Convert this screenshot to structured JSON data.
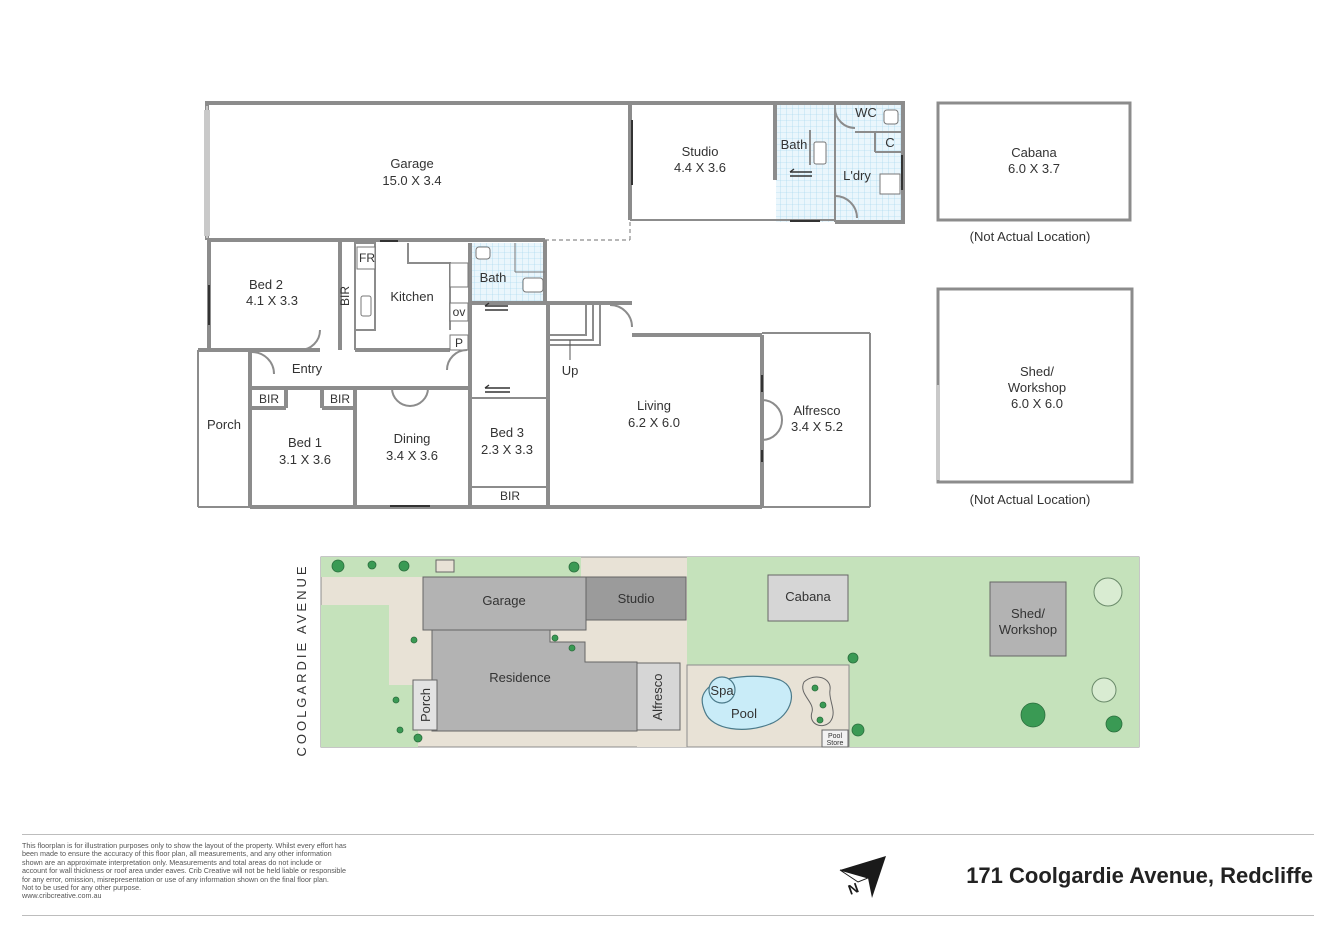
{
  "floorplan": {
    "rooms": [
      {
        "id": "garage",
        "name": "Garage",
        "dims": "15.0 X 3.4"
      },
      {
        "id": "studio",
        "name": "Studio",
        "dims": "4.4 X 3.6"
      },
      {
        "id": "bath_upper",
        "name": "Bath",
        "dims": ""
      },
      {
        "id": "wc",
        "name": "WC",
        "dims": ""
      },
      {
        "id": "c",
        "name": "C",
        "dims": ""
      },
      {
        "id": "laundry",
        "name": "L'dry",
        "dims": ""
      },
      {
        "id": "bed2",
        "name": "Bed 2",
        "dims": "4.1 X 3.3"
      },
      {
        "id": "bir_bed2",
        "name": "BIR",
        "dims": ""
      },
      {
        "id": "fr",
        "name": "FR",
        "dims": ""
      },
      {
        "id": "kitchen",
        "name": "Kitchen",
        "dims": ""
      },
      {
        "id": "ov",
        "name": "OV",
        "dims": ""
      },
      {
        "id": "p",
        "name": "P",
        "dims": ""
      },
      {
        "id": "bath_main",
        "name": "Bath",
        "dims": ""
      },
      {
        "id": "entry",
        "name": "Entry",
        "dims": ""
      },
      {
        "id": "porch",
        "name": "Porch",
        "dims": ""
      },
      {
        "id": "bir_bed1",
        "name": "BIR",
        "dims": ""
      },
      {
        "id": "bir_dining",
        "name": "BIR",
        "dims": ""
      },
      {
        "id": "bed1",
        "name": "Bed 1",
        "dims": "3.1 X 3.6"
      },
      {
        "id": "dining",
        "name": "Dining",
        "dims": "3.4 X 3.6"
      },
      {
        "id": "bed3",
        "name": "Bed 3",
        "dims": "2.3 X 3.3"
      },
      {
        "id": "bir_bed3",
        "name": "BIR",
        "dims": ""
      },
      {
        "id": "up",
        "name": "Up",
        "dims": ""
      },
      {
        "id": "living",
        "name": "Living",
        "dims": "6.2 X 6.0"
      },
      {
        "id": "alfresco",
        "name": "Alfresco",
        "dims": "3.4 X 5.2"
      }
    ],
    "outbuildings": [
      {
        "id": "cabana",
        "name": "Cabana",
        "dims": "6.0 X 3.7",
        "note": "(Not Actual Location)"
      },
      {
        "id": "shed",
        "name_line1": "Shed/",
        "name_line2": "Workshop",
        "dims": "6.0 X 6.0",
        "note": "(Not Actual Location)"
      }
    ]
  },
  "site_plan": {
    "street": "COOLGARDIE AVENUE",
    "labels": {
      "garage": "Garage",
      "studio": "Studio",
      "residence": "Residence",
      "porch": "Porch",
      "alfresco": "Alfresco",
      "cabana": "Cabana",
      "shed_line1": "Shed/",
      "shed_line2": "Workshop",
      "spa": "Spa",
      "pool": "Pool",
      "pool_store_line1": "Pool",
      "pool_store_line2": "Store"
    },
    "colors": {
      "lawn": "#c5e2bb",
      "paving": "#e8e2d6",
      "building": "#b3b3b3",
      "studio": "#9b9b9b",
      "pool": "#c9ecf8",
      "tree": "#3a9a54"
    }
  },
  "footer": {
    "disclaimer_lines": [
      "This floorplan is for illustration purposes only to show the layout of the property. Whilst every effort has",
      "been made to ensure the accuracy of this floor plan, all measurements, and any other information",
      "shown are an approximate interpretation only. Measurements and total areas do not include or",
      "account for wall thickness or roof area under eaves. Crib Creative will not be held liable or responsible",
      "for any error, omission, misrepresentation or use of any information shown on the final floor plan.",
      "Not to be used for any other purpose.",
      "www.cribcreative.com.au"
    ],
    "address": "171 Coolgardie Avenue, Redcliffe",
    "north_icon": "north-arrow-icon"
  }
}
